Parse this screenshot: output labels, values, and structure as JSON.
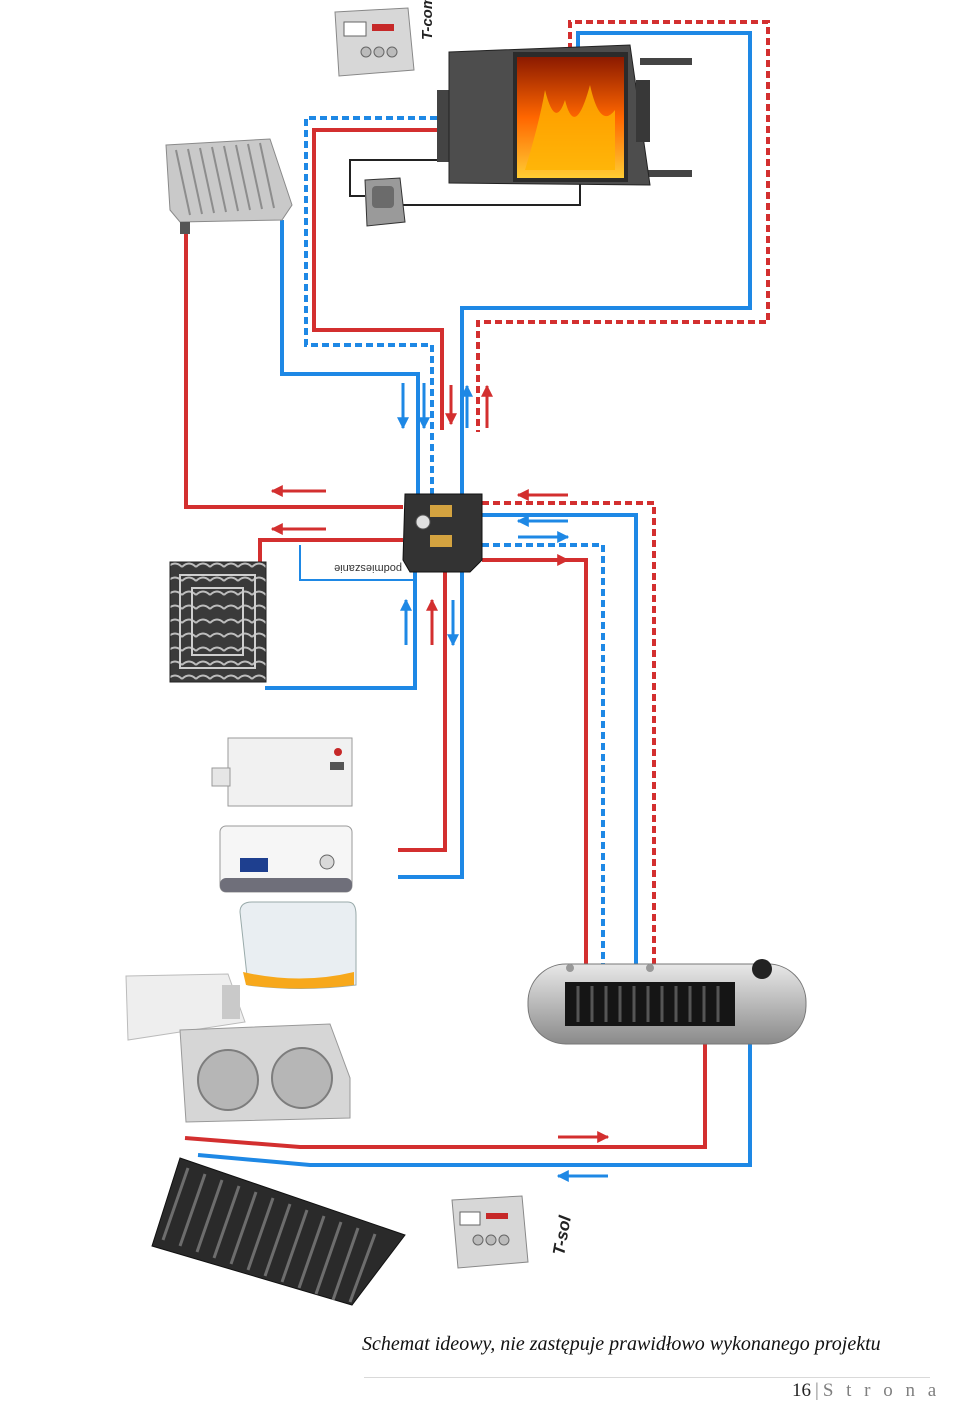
{
  "labels": {
    "tcom": "T-com",
    "tsol": "T-sol",
    "underfloor": "podmieszanie"
  },
  "caption": "Schemat ideowy, nie zastępuje prawidłowo wykonanego projektu",
  "footer": {
    "page_number": "16",
    "separator": "|",
    "word": "S t r o n a"
  },
  "colors": {
    "supply": "#d32f2f",
    "return": "#1e88e5"
  },
  "icons": [
    "controller-icon",
    "fireplace-icon",
    "radiator-icon",
    "pump-icon",
    "mixing-valve-icon",
    "floor-heating-icon",
    "gas-boiler-icon",
    "electric-boiler-icon",
    "oil-boiler-icon",
    "heat-pump-icon",
    "water-tank-icon",
    "solar-collector-icon"
  ]
}
